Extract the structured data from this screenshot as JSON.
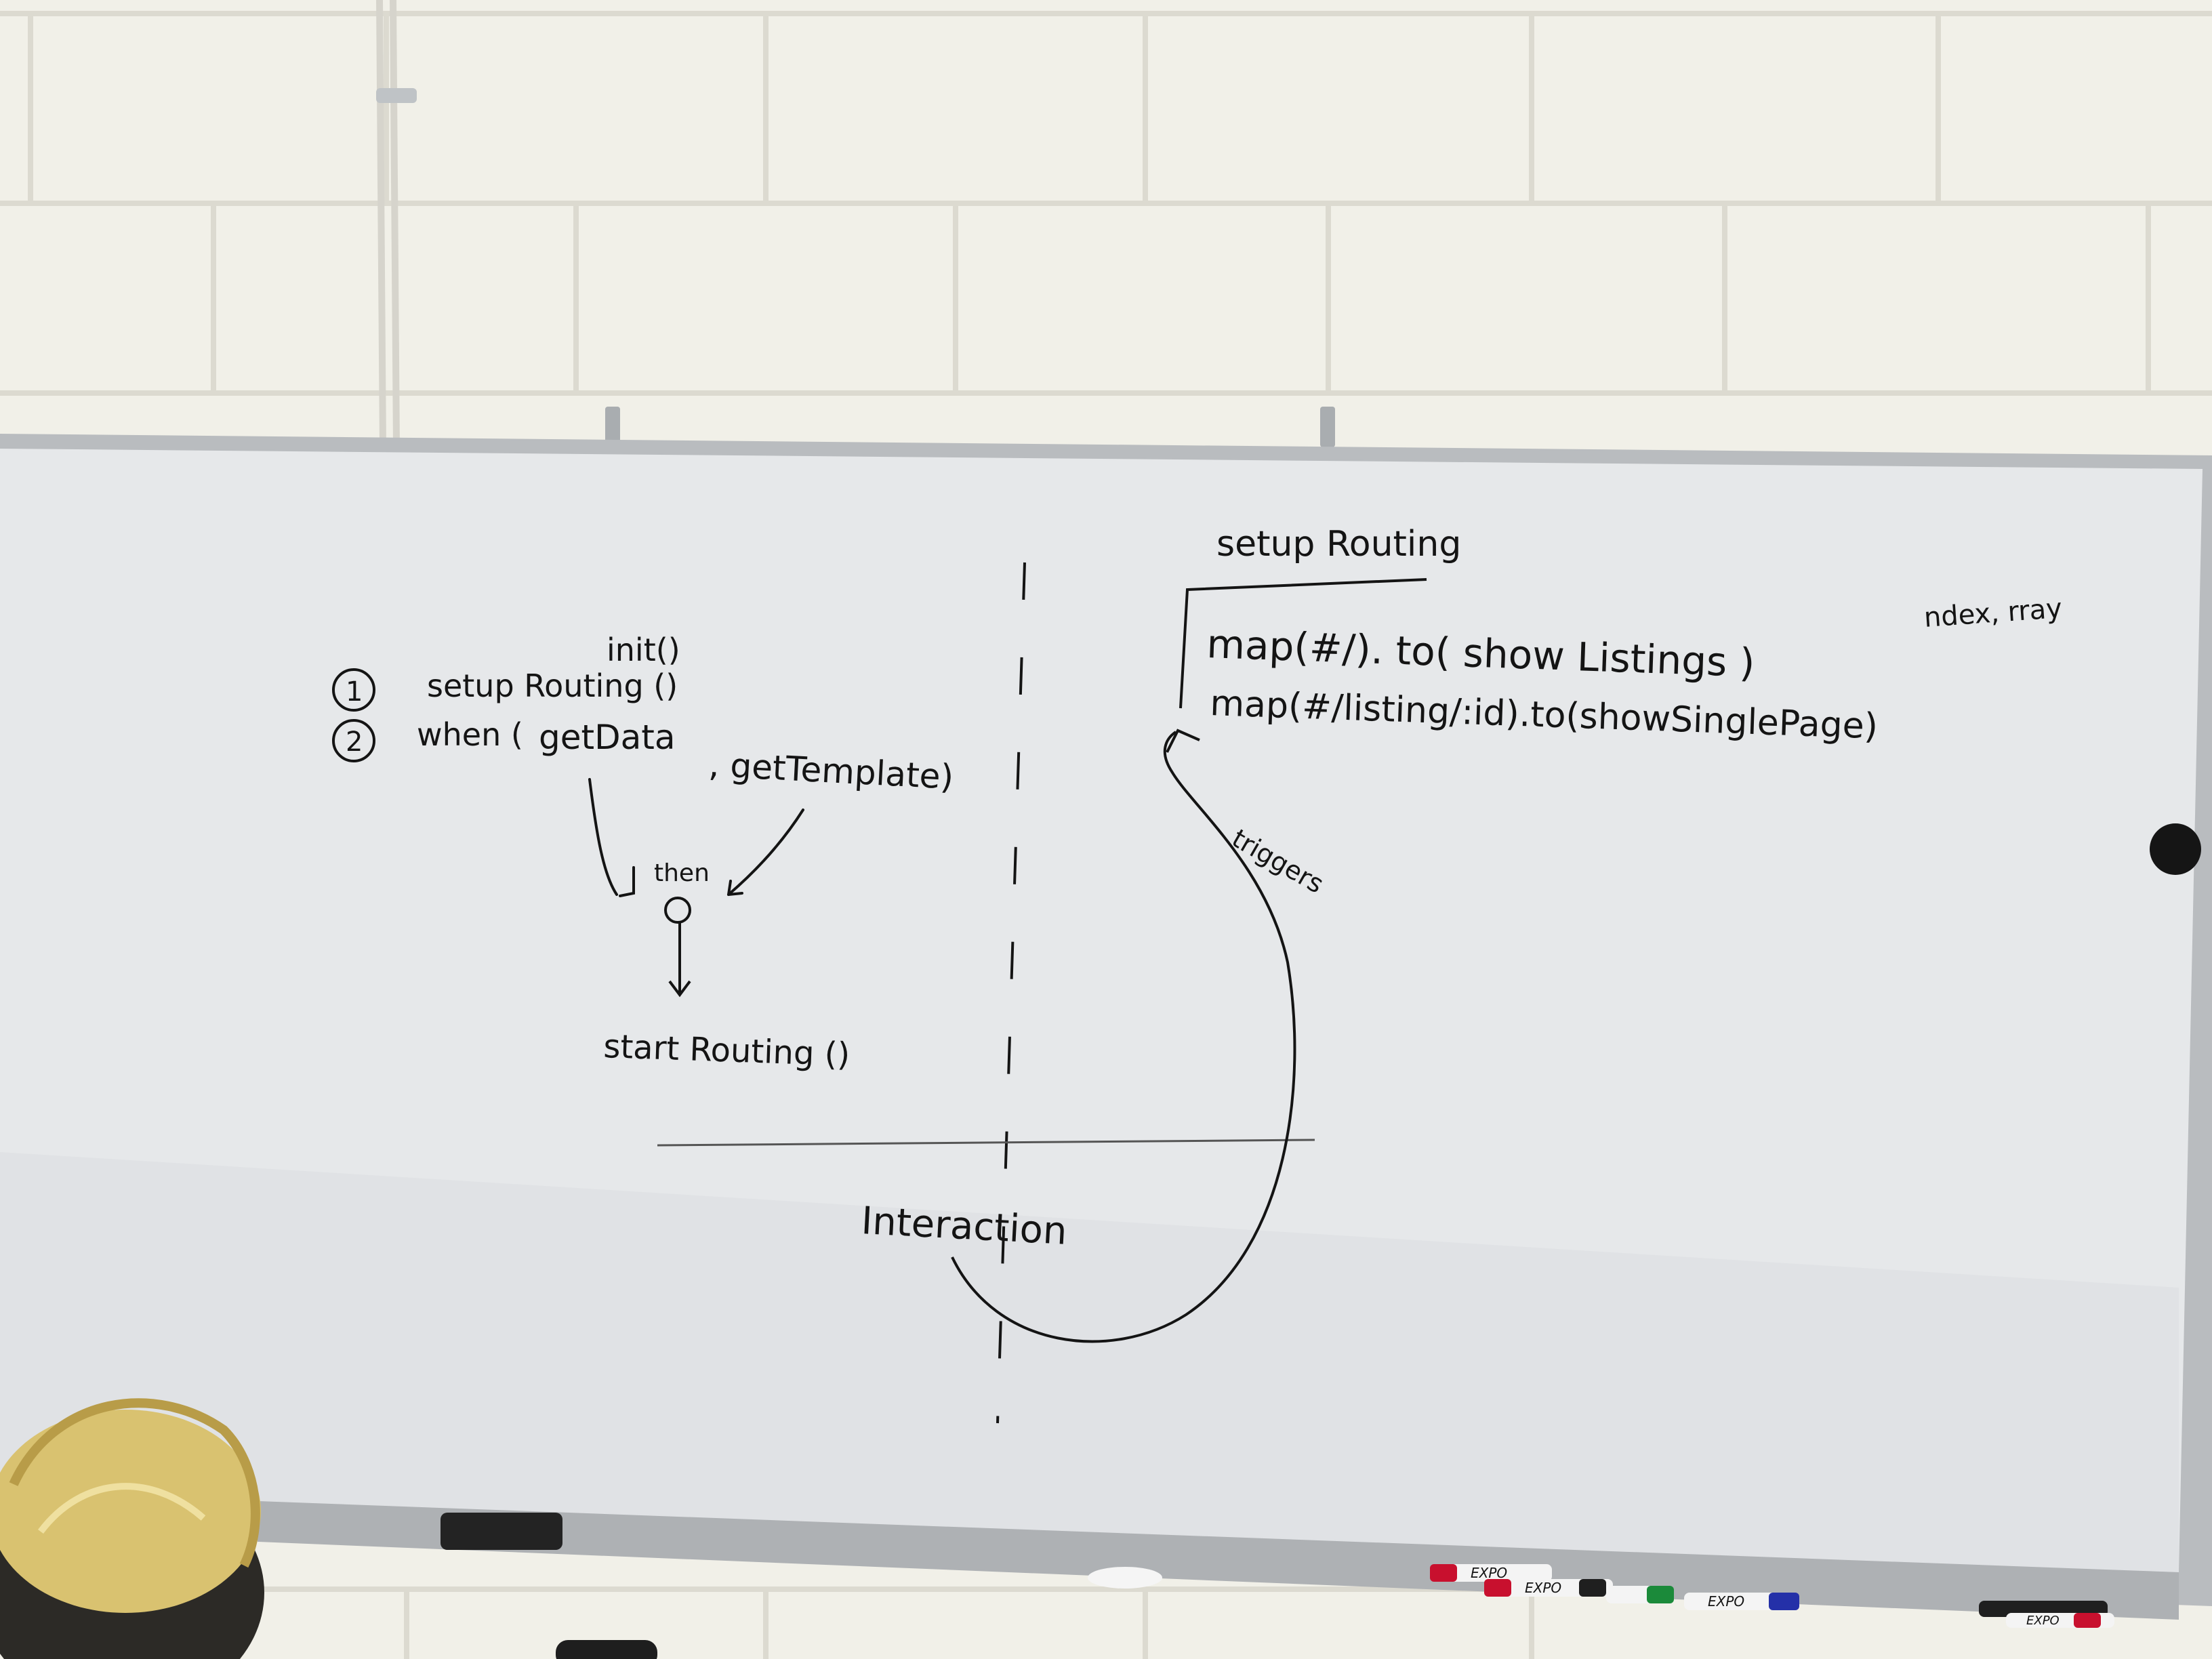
{
  "colors": {
    "wall": "#f1f0e8",
    "mortar": "#dcdad0",
    "board": "#e6e8ea",
    "frame": "#b9bcbf",
    "ink": "#141414",
    "red_ink": "#e0566a",
    "hair": "#d9c270"
  },
  "whiteboard": {
    "left": {
      "title": "init()",
      "steps": [
        {
          "num": "1",
          "text": "setup Routing ()"
        },
        {
          "num": "2",
          "text": "when ("
        }
      ],
      "get_data": "getData",
      "get_template": ", getTemplate)",
      "then": "then",
      "start": "start Routing ()"
    },
    "right": {
      "title": "setup Routing",
      "line1": "map(#/). to( show Listings )",
      "line2": "map(#/listing/:id).to(showSinglePage)",
      "triggers": "triggers",
      "red_note": "ndex, rray"
    },
    "bottom": {
      "interaction": "Interaction"
    }
  },
  "icons": {
    "marker_tray": "marker-icon",
    "eraser": "eraser-icon",
    "magnet": "magnet-icon"
  },
  "marker_labels": [
    "EXPO",
    "EXPO",
    "EXPO",
    "EXPO"
  ]
}
